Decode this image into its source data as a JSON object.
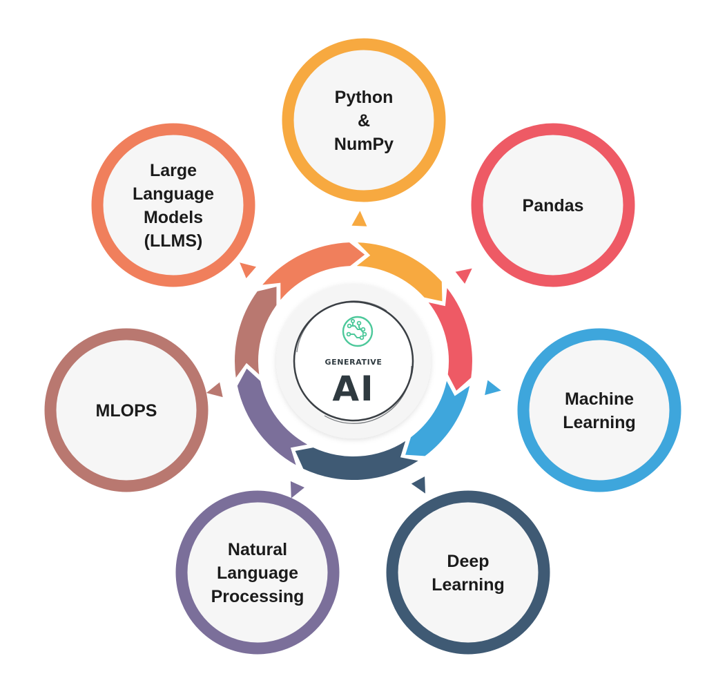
{
  "center": {
    "small_label": "GENERATIVE",
    "big_label": "AI",
    "icon": "circuit-brain-icon",
    "icon_color": "#4cc89a"
  },
  "nodes": [
    {
      "id": "python-numpy",
      "lines": [
        "Python",
        "&",
        "NumPy"
      ],
      "color": "#f7a940"
    },
    {
      "id": "pandas",
      "lines": [
        "Pandas"
      ],
      "color": "#ee5a65"
    },
    {
      "id": "machine-learning",
      "lines": [
        "Machine",
        "Learning"
      ],
      "color": "#3ea6dc"
    },
    {
      "id": "deep-learning",
      "lines": [
        "Deep",
        "Learning"
      ],
      "color": "#3f5a74"
    },
    {
      "id": "nlp",
      "lines": [
        "Natural",
        "Language",
        "Processing"
      ],
      "color": "#7b6f9a"
    },
    {
      "id": "mlops",
      "lines": [
        "MLOPS"
      ],
      "color": "#b97870"
    },
    {
      "id": "llms",
      "lines": [
        "Large",
        "Language",
        "Models",
        "(LLMS)"
      ],
      "color": "#f07f5c"
    }
  ]
}
